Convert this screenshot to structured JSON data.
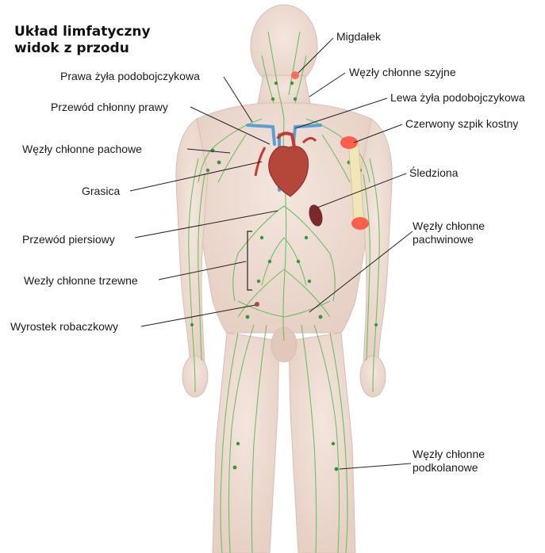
{
  "diagram": {
    "title_line1": "Układ limfatyczny",
    "title_line2": "widok z przodu",
    "labels": {
      "migdalek": "Migdałek",
      "prawa_zyla": "Prawa żyła podobojczykowa",
      "wezly_szyjne": "Węzły chłonne szyjne",
      "lewa_zyla": "Lewa żyła podobojczykowa",
      "przewod_prawy": "Przewód chłonny prawy",
      "szpik": "Czerwony szpik kostny",
      "wezly_pachowe": "Węzły chłonne pachowe",
      "sledziona": "Śledziona",
      "grasica": "Grasica",
      "pachwinowe_line1": "Węzły chłonne",
      "pachwinowe_line2": "pachwinowe",
      "przewod_piersiowy": "Przewód piersiowy",
      "trzewne": "Wezły chłonne trzewne",
      "wyrostek": "Wyrostek robaczkowy",
      "podkolanowe_line1": "Węzły chłonne",
      "podkolanowe_line2": "podkolanowe"
    },
    "colors": {
      "skin": "#efdcd2",
      "skin_shadow": "#e2c8bc",
      "lymph": "#4fb84a",
      "node": "#2e9a36",
      "heart": "#b03a2e",
      "vein": "#5aa0d8",
      "spleen": "#7a2a2a",
      "marrow": "#ff3a2a",
      "bone": "#f0e6b8",
      "leader": "#222222"
    }
  }
}
